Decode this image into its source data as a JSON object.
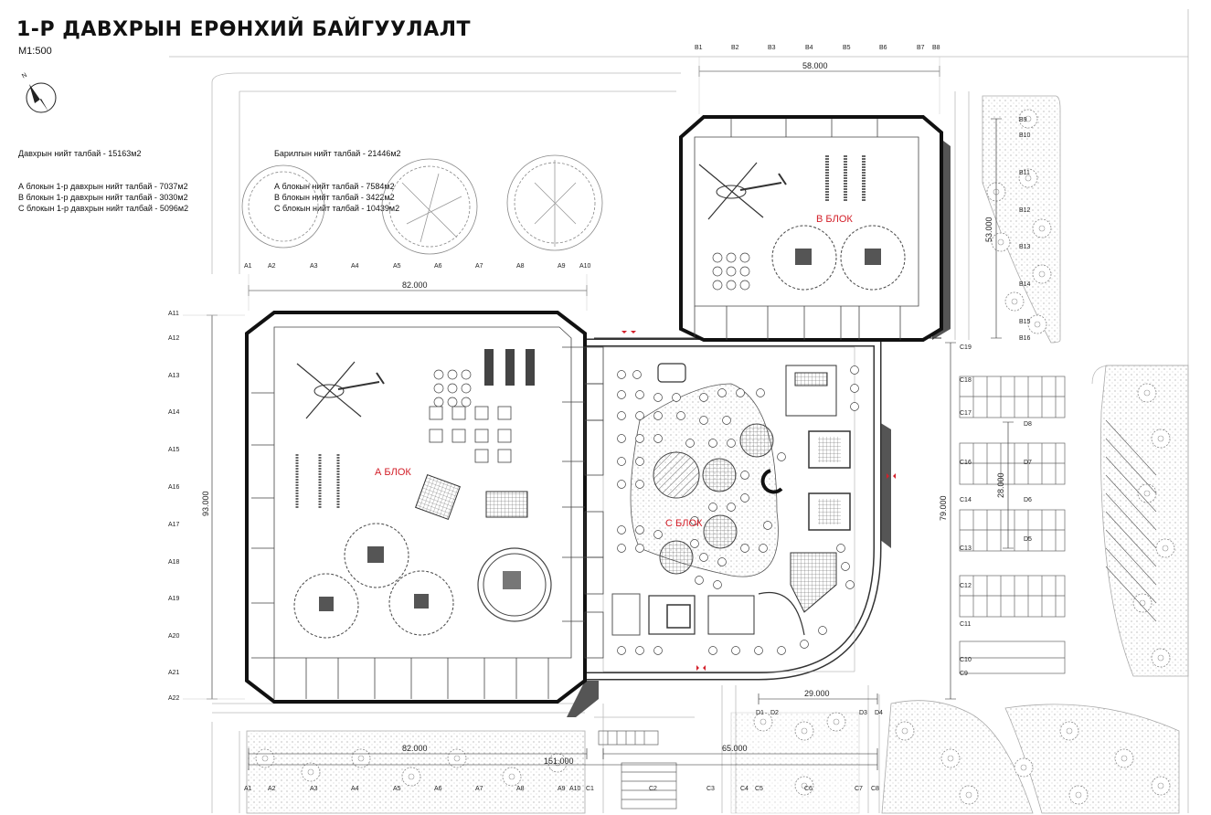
{
  "title": "1-Р ДАВХРЫН ЕРӨНХИЙ БАЙГУУЛАЛТ",
  "scale": "М1:500",
  "north": "N",
  "floor_area": {
    "total": "Давхрын нийт талбай - 15163м2",
    "items": [
      "А блокын 1-р давхрын нийт талбай - 7037м2",
      "В блокын 1-р давхрын нийт талбай - 3030м2",
      "С блокын 1-р давхрын нийт талбай - 5096м2"
    ]
  },
  "building_area": {
    "total": "Барилгын нийт талбай - 21446м2",
    "items": [
      "А блокын нийт талбай - 7584м2",
      "В блокын нийт талбай - 3422м2",
      "С блокын нийт талбай - 10439м2"
    ]
  },
  "blocks": {
    "a": "А БЛОК",
    "b": "В БЛОК",
    "c": "С БЛОК"
  },
  "dims": {
    "b_top": "58.000",
    "b_side": "53.000",
    "a_top": "82.000",
    "a_side": "93.000",
    "a_bottom": "82.000",
    "total_bottom": "151.000",
    "c_bottom": "65.000",
    "c_width": "29.000",
    "c_side": "79.000",
    "d_side": "28.000"
  },
  "axes": {
    "b_top": [
      "B1",
      "B2",
      "B3",
      "B4",
      "B5",
      "B6",
      "B7",
      "B8"
    ],
    "b_right": [
      "B9",
      "B10",
      "B11",
      "B12",
      "B13",
      "B14",
      "B15",
      "B16"
    ],
    "a_top": [
      "A1",
      "A2",
      "A3",
      "A4",
      "A5",
      "A6",
      "A7",
      "A8",
      "A9",
      "A10"
    ],
    "a_left": [
      "A11",
      "A12",
      "A13",
      "A14",
      "A15",
      "A16",
      "A17",
      "A18",
      "A19",
      "A20",
      "A21",
      "A22"
    ],
    "c_right": [
      "C19",
      "C18",
      "C17",
      "C16",
      "C14",
      "C13",
      "C12",
      "C11",
      "C10",
      "C9"
    ],
    "d_right": [
      "D8",
      "D7",
      "D6",
      "D5"
    ],
    "d_bottom": [
      "D1",
      "D2",
      "D3",
      "D4"
    ],
    "a_bottom": [
      "A1",
      "A2",
      "A3",
      "A4",
      "A5",
      "A6",
      "A7",
      "A8",
      "A9"
    ],
    "c_bottom": [
      "A10",
      "C1",
      "C2",
      "C3",
      "C4",
      "C5",
      "C6",
      "C7",
      "C8"
    ]
  }
}
